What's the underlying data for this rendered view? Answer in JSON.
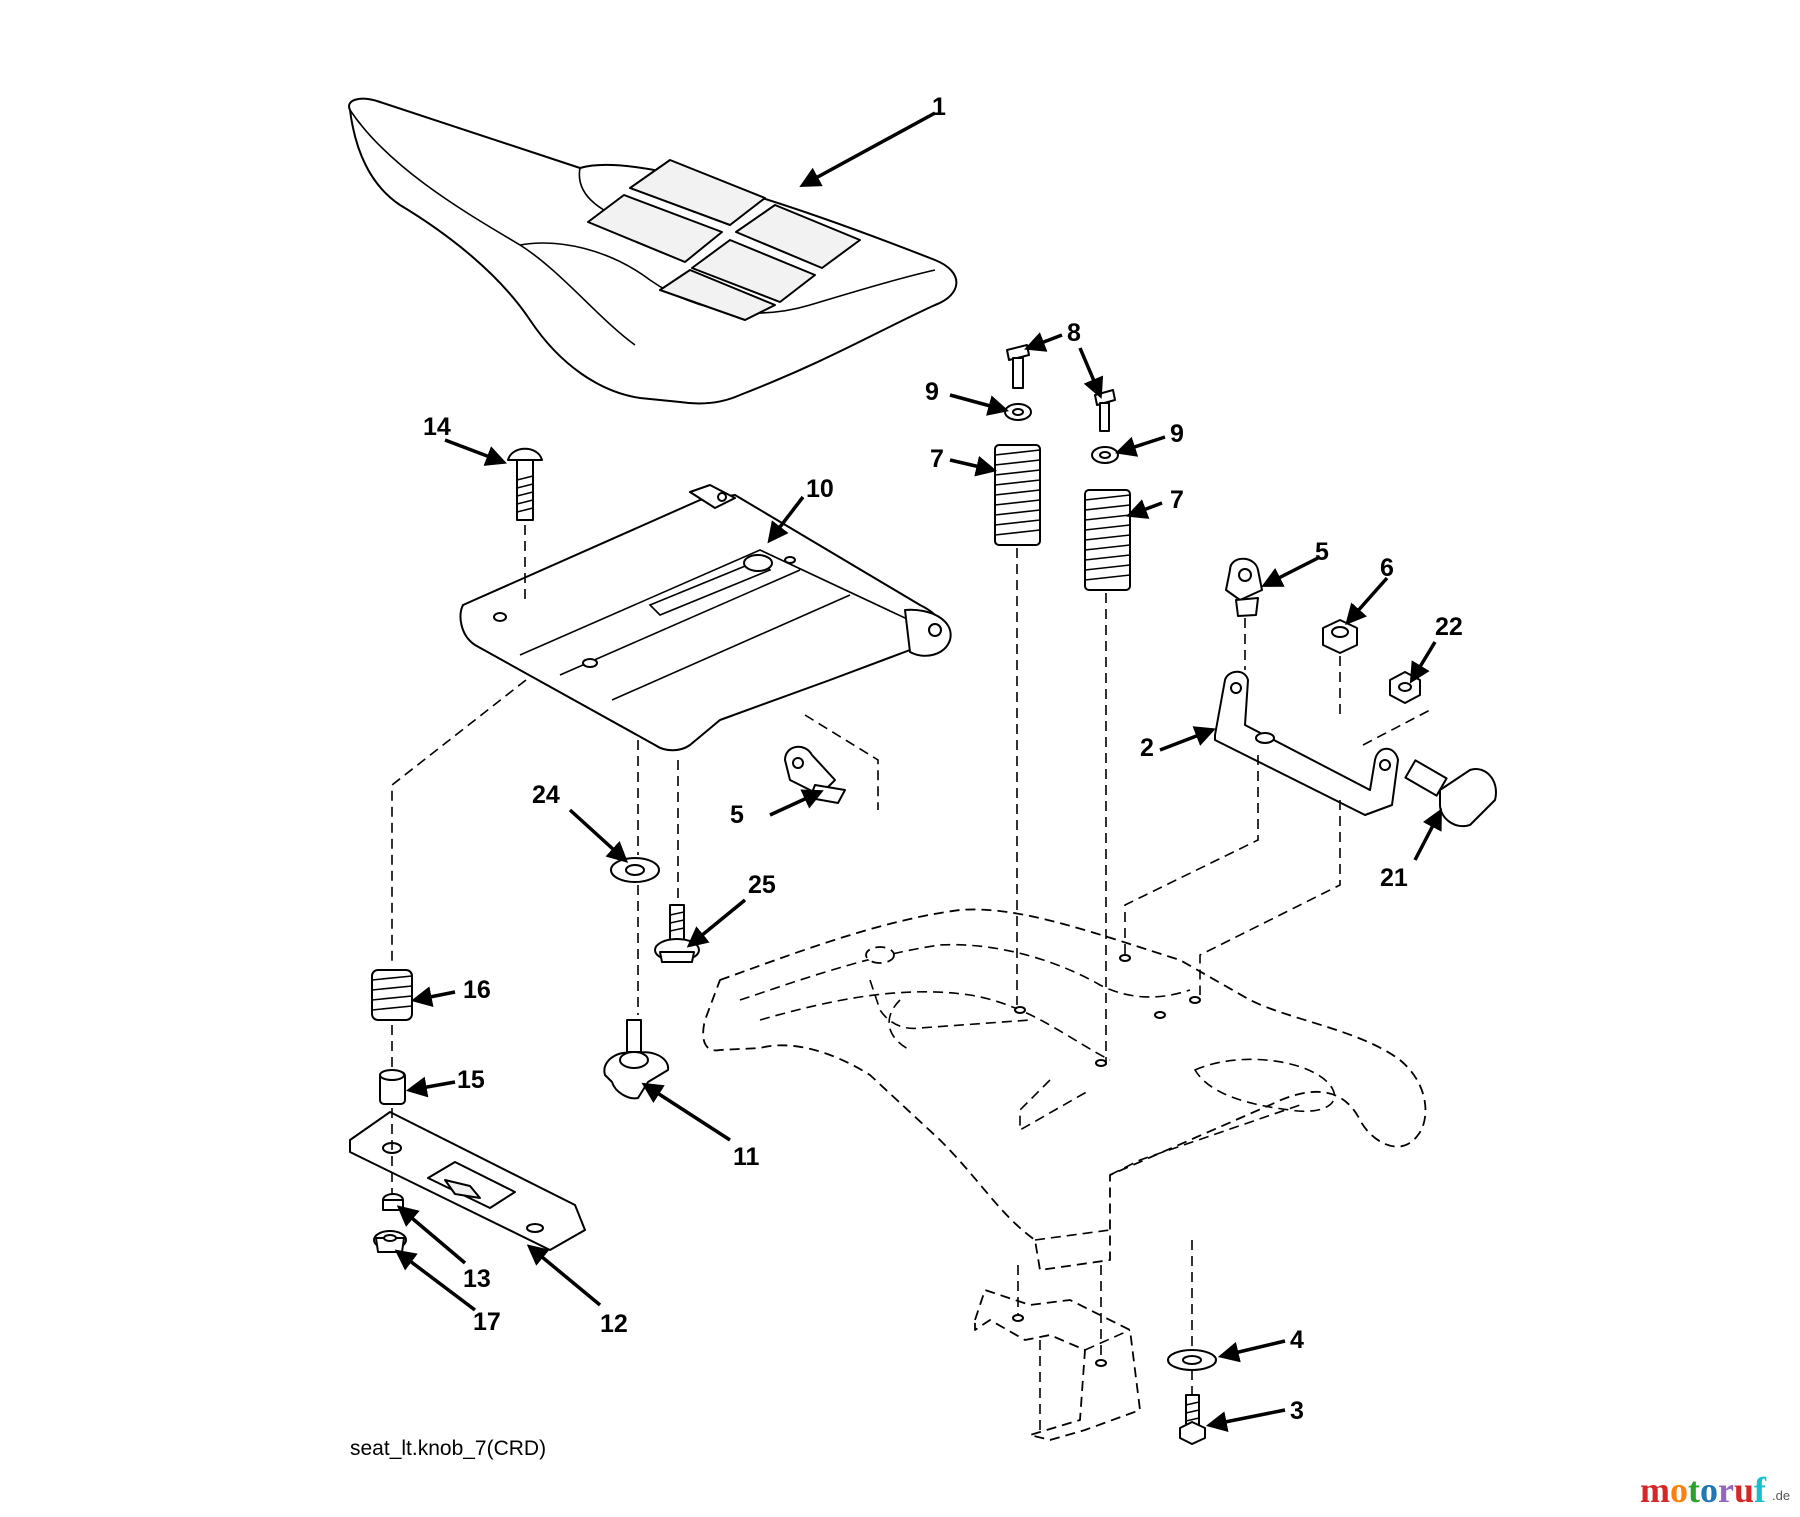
{
  "diagram": {
    "caption": "seat_lt.knob_7(CRD)",
    "watermark": {
      "brand": "motoruf",
      "suffix": ".de",
      "letter_colors": [
        "#d62728",
        "#ff7f0e",
        "#2ca02c",
        "#1f77b4",
        "#9467bd",
        "#d62728",
        "#17becf"
      ]
    },
    "callouts": [
      {
        "id": "c1",
        "label": "1"
      },
      {
        "id": "c2",
        "label": "2"
      },
      {
        "id": "c3",
        "label": "3"
      },
      {
        "id": "c4",
        "label": "4"
      },
      {
        "id": "c5a",
        "label": "5"
      },
      {
        "id": "c5b",
        "label": "5"
      },
      {
        "id": "c6",
        "label": "6"
      },
      {
        "id": "c7a",
        "label": "7"
      },
      {
        "id": "c7b",
        "label": "7"
      },
      {
        "id": "c8",
        "label": "8"
      },
      {
        "id": "c9a",
        "label": "9"
      },
      {
        "id": "c9b",
        "label": "9"
      },
      {
        "id": "c10",
        "label": "10"
      },
      {
        "id": "c11",
        "label": "11"
      },
      {
        "id": "c12",
        "label": "12"
      },
      {
        "id": "c13",
        "label": "13"
      },
      {
        "id": "c14",
        "label": "14"
      },
      {
        "id": "c15",
        "label": "15"
      },
      {
        "id": "c16",
        "label": "16"
      },
      {
        "id": "c17",
        "label": "17"
      },
      {
        "id": "c21",
        "label": "21"
      },
      {
        "id": "c22",
        "label": "22"
      },
      {
        "id": "c24",
        "label": "24"
      },
      {
        "id": "c25",
        "label": "25"
      }
    ]
  }
}
